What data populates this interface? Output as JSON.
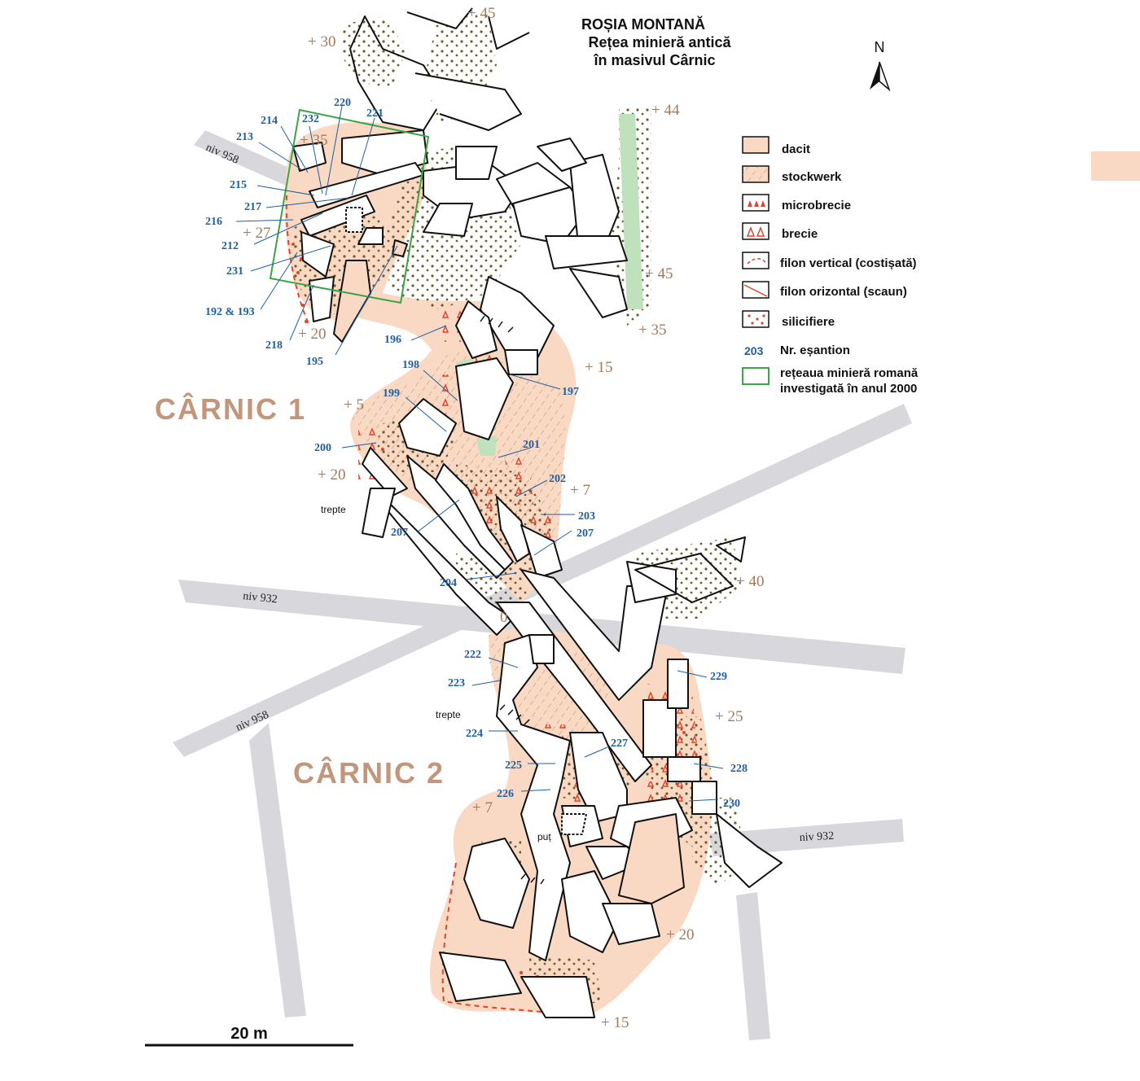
{
  "title": {
    "line1": "ROȘIA MONTANĂ",
    "line2": "Rețea minieră antică",
    "line3": "în masivul Cârnic"
  },
  "north_label": "N",
  "areas": {
    "carnic1": "CÂRNIC  1",
    "carnic2": "CÂRNIC  2"
  },
  "scale_label": "20 m",
  "legend": {
    "dacit": "dacit",
    "stockwerk": "stockwerk",
    "microbrecie": "microbrecie",
    "brecie": "brecie",
    "filon_vertical": "filon vertical (costișată)",
    "filon_orizontal": "filon orizontal (scaun)",
    "silicifiere": "silicifiere",
    "sample_num": "203",
    "sample_label": "Nr. eșantion",
    "roman_line1": "rețeaua minieră romană",
    "roman_line2": "investigată în anul 2000"
  },
  "galleries": {
    "niv958_top": "niv 958",
    "niv932_left": "niv 932",
    "niv958_bottom": "niv 958",
    "niv932_right": "niv 932"
  },
  "labels": {
    "trepte1": "trepte",
    "trepte2": "trepte",
    "put": "puț"
  },
  "elevations": {
    "e45a": "+ 45",
    "e30": "+ 30",
    "e35a": "+ 35",
    "e44": "+ 44",
    "e27": "+ 27",
    "e45b": "+ 45",
    "e35b": "+ 35",
    "e20a": "+ 20",
    "e15a": "+ 15",
    "e5": "+ 5",
    "e20b": "+ 20",
    "e7a": "+ 7",
    "e40": "+ 40",
    "e0": "0",
    "e25": "+ 25",
    "e7b": "+ 7",
    "e20c": "+ 20",
    "e15b": "+ 15"
  },
  "samples": {
    "s214": "214",
    "s232": "232",
    "s220": "220",
    "s221": "221",
    "s213": "213",
    "s215": "215",
    "s217": "217",
    "s216": "216",
    "s212": "212",
    "s231": "231",
    "s192": "192 & 193",
    "s218": "218",
    "s195": "195",
    "s196": "196",
    "s197": "197",
    "s198": "198",
    "s199": "199",
    "s200": "200",
    "s201": "201",
    "s202": "202",
    "s203": "203",
    "s207a": "207",
    "s207b": "207",
    "s204": "204",
    "s222": "222",
    "s223": "223",
    "s224": "224",
    "s225": "225",
    "s226": "226",
    "s227": "227",
    "s228": "228",
    "s229": "229",
    "s230": "230"
  },
  "colors": {
    "dacit": "#f9d9c3",
    "gallery": "#d8d7dc",
    "stockwerk_dots": "#6b5d2e",
    "breccia": "#e0452b",
    "sample_blue": "#1f5fa0",
    "roman_green": "#3aa447",
    "elevation": "#a07a5c"
  }
}
